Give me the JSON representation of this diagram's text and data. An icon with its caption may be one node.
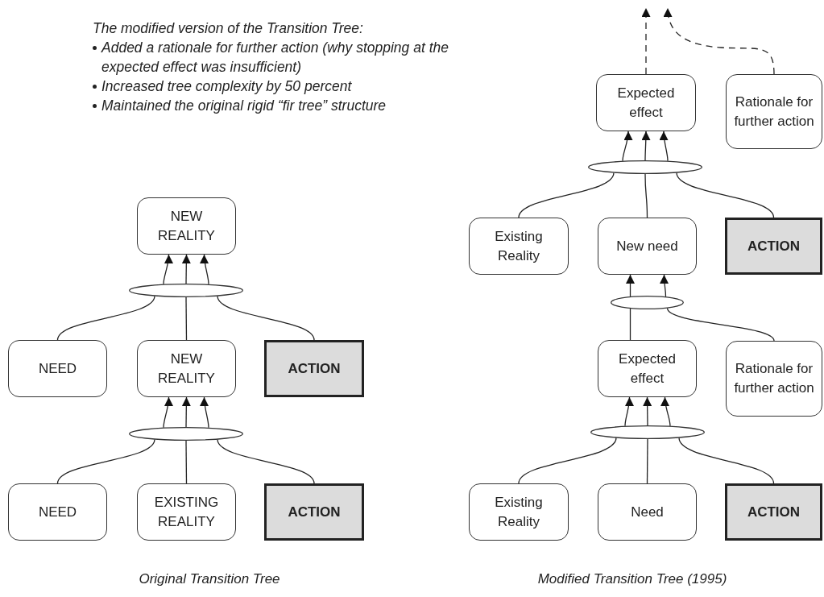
{
  "diagram": {
    "nodes": [
      {
        "text": [
          "NEW REALITY"
        ]
      },
      {
        "text": [],
        "shape": "ellipse"
      },
      {
        "text": [
          "NEED"
        ]
      },
      {
        "text": [
          "NEW REALITY"
        ]
      },
      {
        "text": [
          "ACTION"
        ]
      },
      {
        "text": [],
        "shape": "ellipse"
      },
      {
        "text": [
          "NEED"
        ]
      },
      {
        "text": [
          "EXISTING REALITY"
        ]
      },
      {
        "text": [
          "ACTION"
        ]
      },
      {
        "text": [
          "Expected effect"
        ]
      },
      {
        "text": [
          "Rationale for further action"
        ]
      },
      {
        "text": [],
        "shape": "ellipse"
      },
      {
        "text": [
          "Existing Reality"
        ]
      },
      {
        "text": [
          "New need"
        ]
      },
      {
        "text": [
          "ACTION"
        ]
      },
      {
        "text": [],
        "shape": "ellipse"
      },
      {
        "text": [
          "Expected effect"
        ]
      },
      {
        "text": [
          "Rationale for further action"
        ]
      },
      {
        "text": [],
        "shape": "ellipse"
      },
      {
        "text": [
          "Existing Reality"
        ]
      },
      {
        "text": [
          "Need"
        ]
      },
      {
        "text": [
          "ACTION"
        ]
      }
    ],
    "edges": [
      {
        "from": 2,
        "to": 1,
        "arrow": "none"
      },
      {
        "from": 3,
        "to": 1,
        "arrow": "none"
      },
      {
        "from": 4,
        "to": 1,
        "arrow": "none"
      },
      {
        "from": 1,
        "to": 0,
        "arrow": "to"
      },
      {
        "from": 1,
        "to": 0,
        "arrow": "to"
      },
      {
        "from": 1,
        "to": 0,
        "arrow": "to"
      },
      {
        "from": 6,
        "to": 5,
        "arrow": "none"
      },
      {
        "from": 7,
        "to": 5,
        "arrow": "none"
      },
      {
        "from": 8,
        "to": 5,
        "arrow": "none"
      },
      {
        "from": 5,
        "to": 3,
        "arrow": "to"
      },
      {
        "from": 5,
        "to": 3,
        "arrow": "to"
      },
      {
        "from": 5,
        "to": 3,
        "arrow": "to"
      },
      {
        "from": 9,
        "to": null,
        "arrow": "to",
        "style": "dashed"
      },
      {
        "from": 10,
        "to": null,
        "arrow": "to",
        "style": "dashed"
      },
      {
        "from": 12,
        "to": 11,
        "arrow": "none"
      },
      {
        "from": 13,
        "to": 11,
        "arrow": "none"
      },
      {
        "from": 14,
        "to": 11,
        "arrow": "none"
      },
      {
        "from": 11,
        "to": 9,
        "arrow": "to"
      },
      {
        "from": 11,
        "to": 9,
        "arrow": "to"
      },
      {
        "from": 11,
        "to": 9,
        "arrow": "to"
      },
      {
        "from": 16,
        "to": 15,
        "arrow": "none"
      },
      {
        "from": 17,
        "to": 15,
        "arrow": "none"
      },
      {
        "from": 15,
        "to": 13,
        "arrow": "to"
      },
      {
        "from": 15,
        "to": 13,
        "arrow": "to"
      },
      {
        "from": 19,
        "to": 18,
        "arrow": "none"
      },
      {
        "from": 20,
        "to": 18,
        "arrow": "none"
      },
      {
        "from": 21,
        "to": 18,
        "arrow": "none"
      },
      {
        "from": 18,
        "to": 16,
        "arrow": "to"
      },
      {
        "from": 18,
        "to": 16,
        "arrow": "to"
      },
      {
        "from": 18,
        "to": 16,
        "arrow": "to"
      }
    ],
    "labels": [
      "The modified version of the Transition Tree:",
      "Added a rationale for further action (why stopping at the expected effect was insufficient)",
      "Increased tree complexity by 50 percent",
      "Maintained the original rigid “fir tree” structure",
      "Original Transition Tree",
      "Modified Transition Tree (1995)"
    ]
  }
}
